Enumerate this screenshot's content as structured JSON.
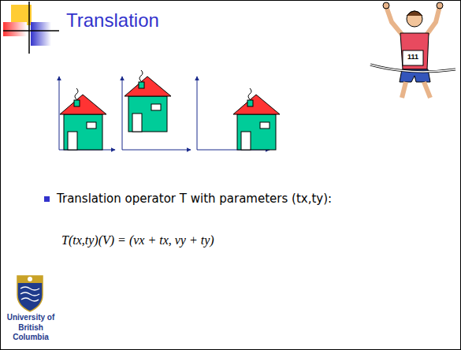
{
  "diagram": {
    "title": "Translation",
    "labels": [
      "Translation operator T with parameters (tx,ty):",
      "T(tx,ty)(V) = (vx + tx, vy + ty)",
      "University of British Columbia",
      "111"
    ]
  }
}
